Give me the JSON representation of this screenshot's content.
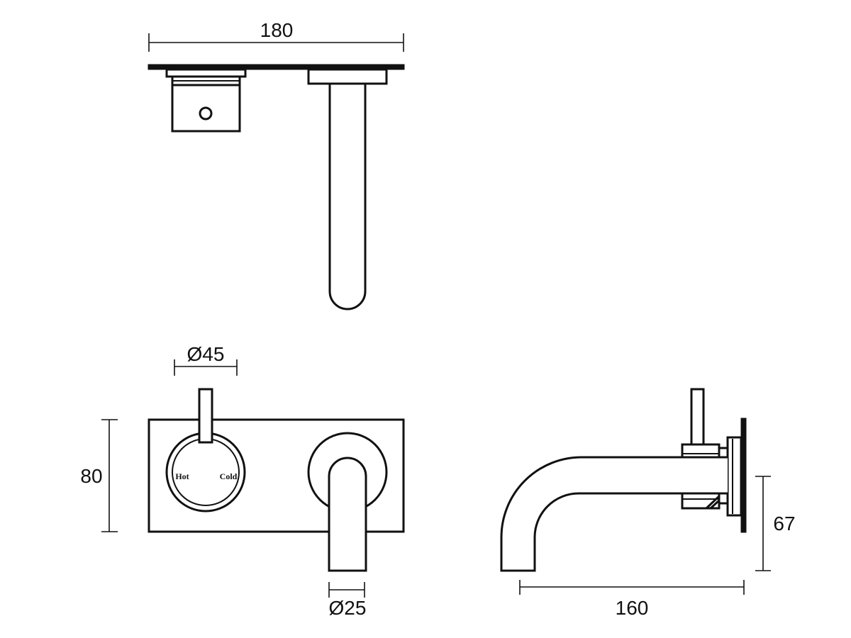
{
  "diagram": {
    "line_color": "#111111",
    "background": "#ffffff",
    "views": {
      "top": {
        "dimension_width": "180"
      },
      "front": {
        "dimension_height": "80",
        "dimension_knob_diameter": "Ø45",
        "dimension_spout_diameter": "Ø25",
        "knob_label_hot": "Hot",
        "knob_label_cold": "Cold"
      },
      "side": {
        "dimension_projection": "160",
        "dimension_height": "67"
      }
    }
  }
}
